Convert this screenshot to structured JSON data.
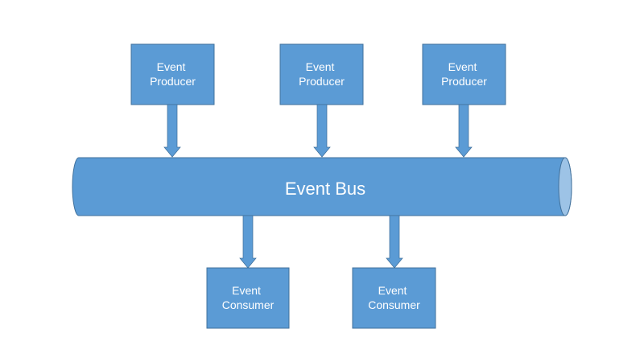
{
  "colors": {
    "fill": "#5b9bd5",
    "stroke": "#41719c",
    "bus_end_fill": "#9dc3e6",
    "text": "#ffffff",
    "background": "#ffffff"
  },
  "producers": [
    {
      "line1": "Event",
      "line2": "Producer"
    },
    {
      "line1": "Event",
      "line2": "Producer"
    },
    {
      "line1": "Event",
      "line2": "Producer"
    }
  ],
  "bus": {
    "label": "Event Bus"
  },
  "consumers": [
    {
      "line1": "Event",
      "line2": "Consumer"
    },
    {
      "line1": "Event",
      "line2": "Consumer"
    }
  ]
}
